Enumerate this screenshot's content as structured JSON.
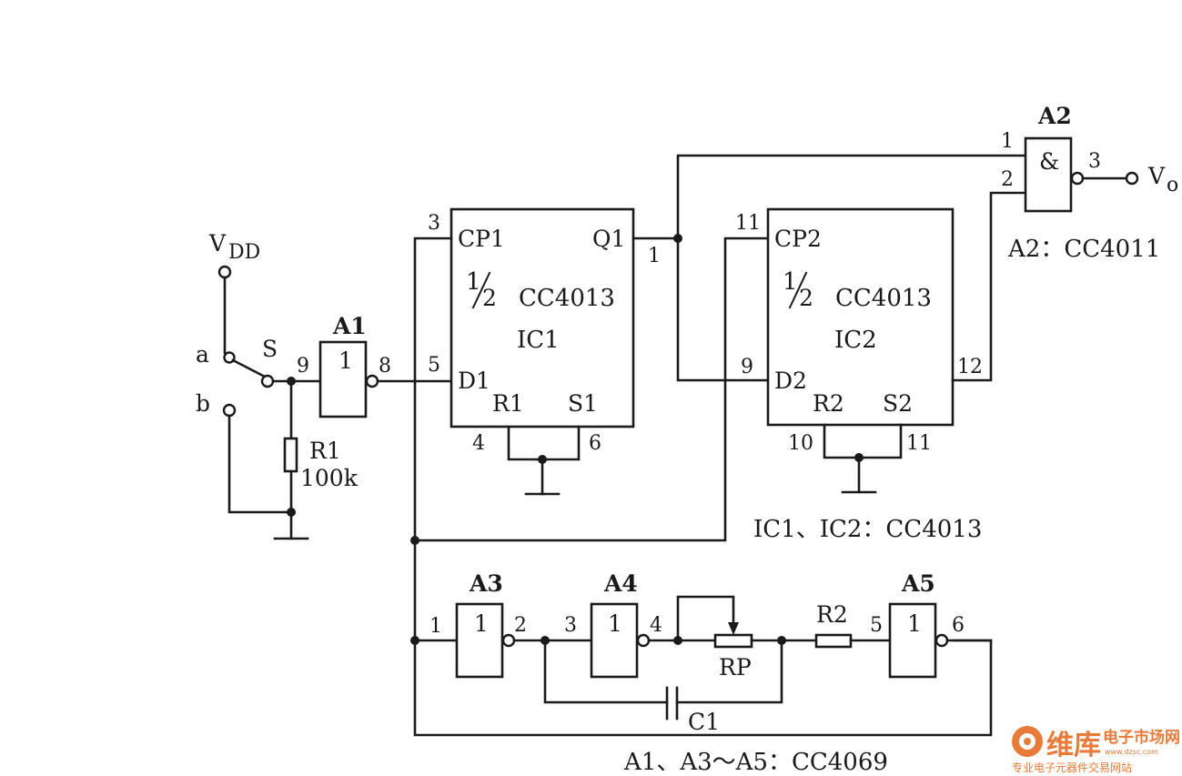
{
  "supply": {
    "vdd": "V",
    "vdd_sub": "DD"
  },
  "switch": {
    "name": "S",
    "pos_a": "a",
    "pos_b": "b"
  },
  "r1": {
    "name": "R1",
    "value": "100k"
  },
  "a1": {
    "name": "A1",
    "symbol": "1",
    "pin_in": "9",
    "pin_out": "8"
  },
  "ic1": {
    "cp": "CP1",
    "q": "Q1",
    "half_num": "1",
    "half_den": "2",
    "chip": "CC4013",
    "name": "IC1",
    "d": "D1",
    "r": "R1",
    "s": "S1",
    "pin_cp": "3",
    "pin_q": "1",
    "pin_d": "5",
    "pin_r": "4",
    "pin_s": "6"
  },
  "ic2": {
    "cp": "CP2",
    "half_num": "1",
    "half_den": "2",
    "chip": "CC4013",
    "name": "IC2",
    "d": "D2",
    "r": "R2",
    "s": "S2",
    "pin_cp": "11",
    "pin_d": "9",
    "pin_q": "12",
    "pin_r": "10",
    "pin_s": "11"
  },
  "a2": {
    "name": "A2",
    "symbol": "&",
    "pin_in1": "1",
    "pin_in2": "2",
    "pin_out": "3",
    "output": "V",
    "output_sub": "o",
    "note": "A2：CC4011"
  },
  "ic_note": "IC1、IC2：CC4013",
  "a3": {
    "name": "A3",
    "symbol": "1",
    "pin_in": "1",
    "pin_out": "2"
  },
  "a4": {
    "name": "A4",
    "symbol": "1",
    "pin_in": "3",
    "pin_out": "4"
  },
  "a5": {
    "name": "A5",
    "symbol": "1",
    "pin_in": "5",
    "pin_out": "6"
  },
  "rp": {
    "name": "RP"
  },
  "r2": {
    "name": "R2"
  },
  "c1": {
    "name": "C1"
  },
  "inv_note": "A1、A3～A5：CC4069",
  "watermark": {
    "brand": "维库",
    "tagline": "电子市场网",
    "url": "www.dzsc.com",
    "slogan": "专业电子元器件交易网站",
    "color": "#e87a3a"
  }
}
